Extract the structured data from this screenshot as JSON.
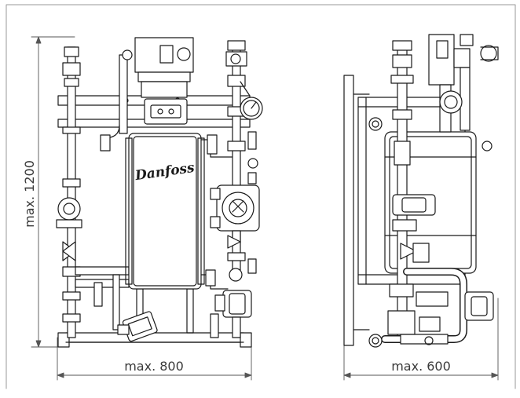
{
  "dimensions": {
    "height_label": "max. 1200",
    "front_width_label": "max. 800",
    "side_width_label": "max. 600"
  },
  "brand": {
    "logo_text": "Danfoss"
  },
  "colors": {
    "line": "#1a1a1a",
    "dimension_line": "#555555",
    "frame": "#9a9a9a",
    "background": "#ffffff"
  }
}
